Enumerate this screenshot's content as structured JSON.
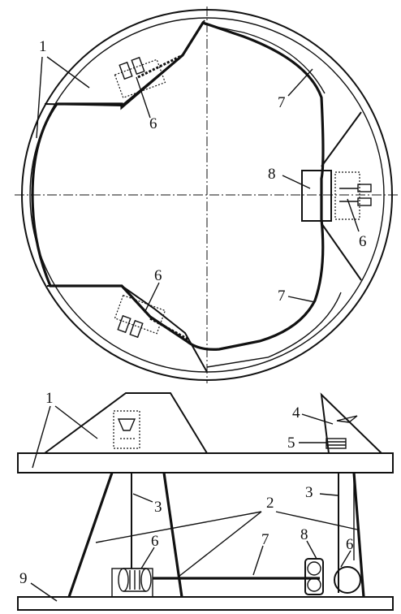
{
  "top_view": {
    "label_1": "1",
    "label_6a": "6",
    "label_6b": "6",
    "label_6c": "6",
    "label_7a": "7",
    "label_7b": "7",
    "label_8": "8"
  },
  "side_view": {
    "label_1": "1",
    "label_2": "2",
    "label_3a": "3",
    "label_3b": "3",
    "label_4": "4",
    "label_5": "5",
    "label_6a": "6",
    "label_6b": "6",
    "label_7": "7",
    "label_8": "8",
    "label_9": "9"
  }
}
